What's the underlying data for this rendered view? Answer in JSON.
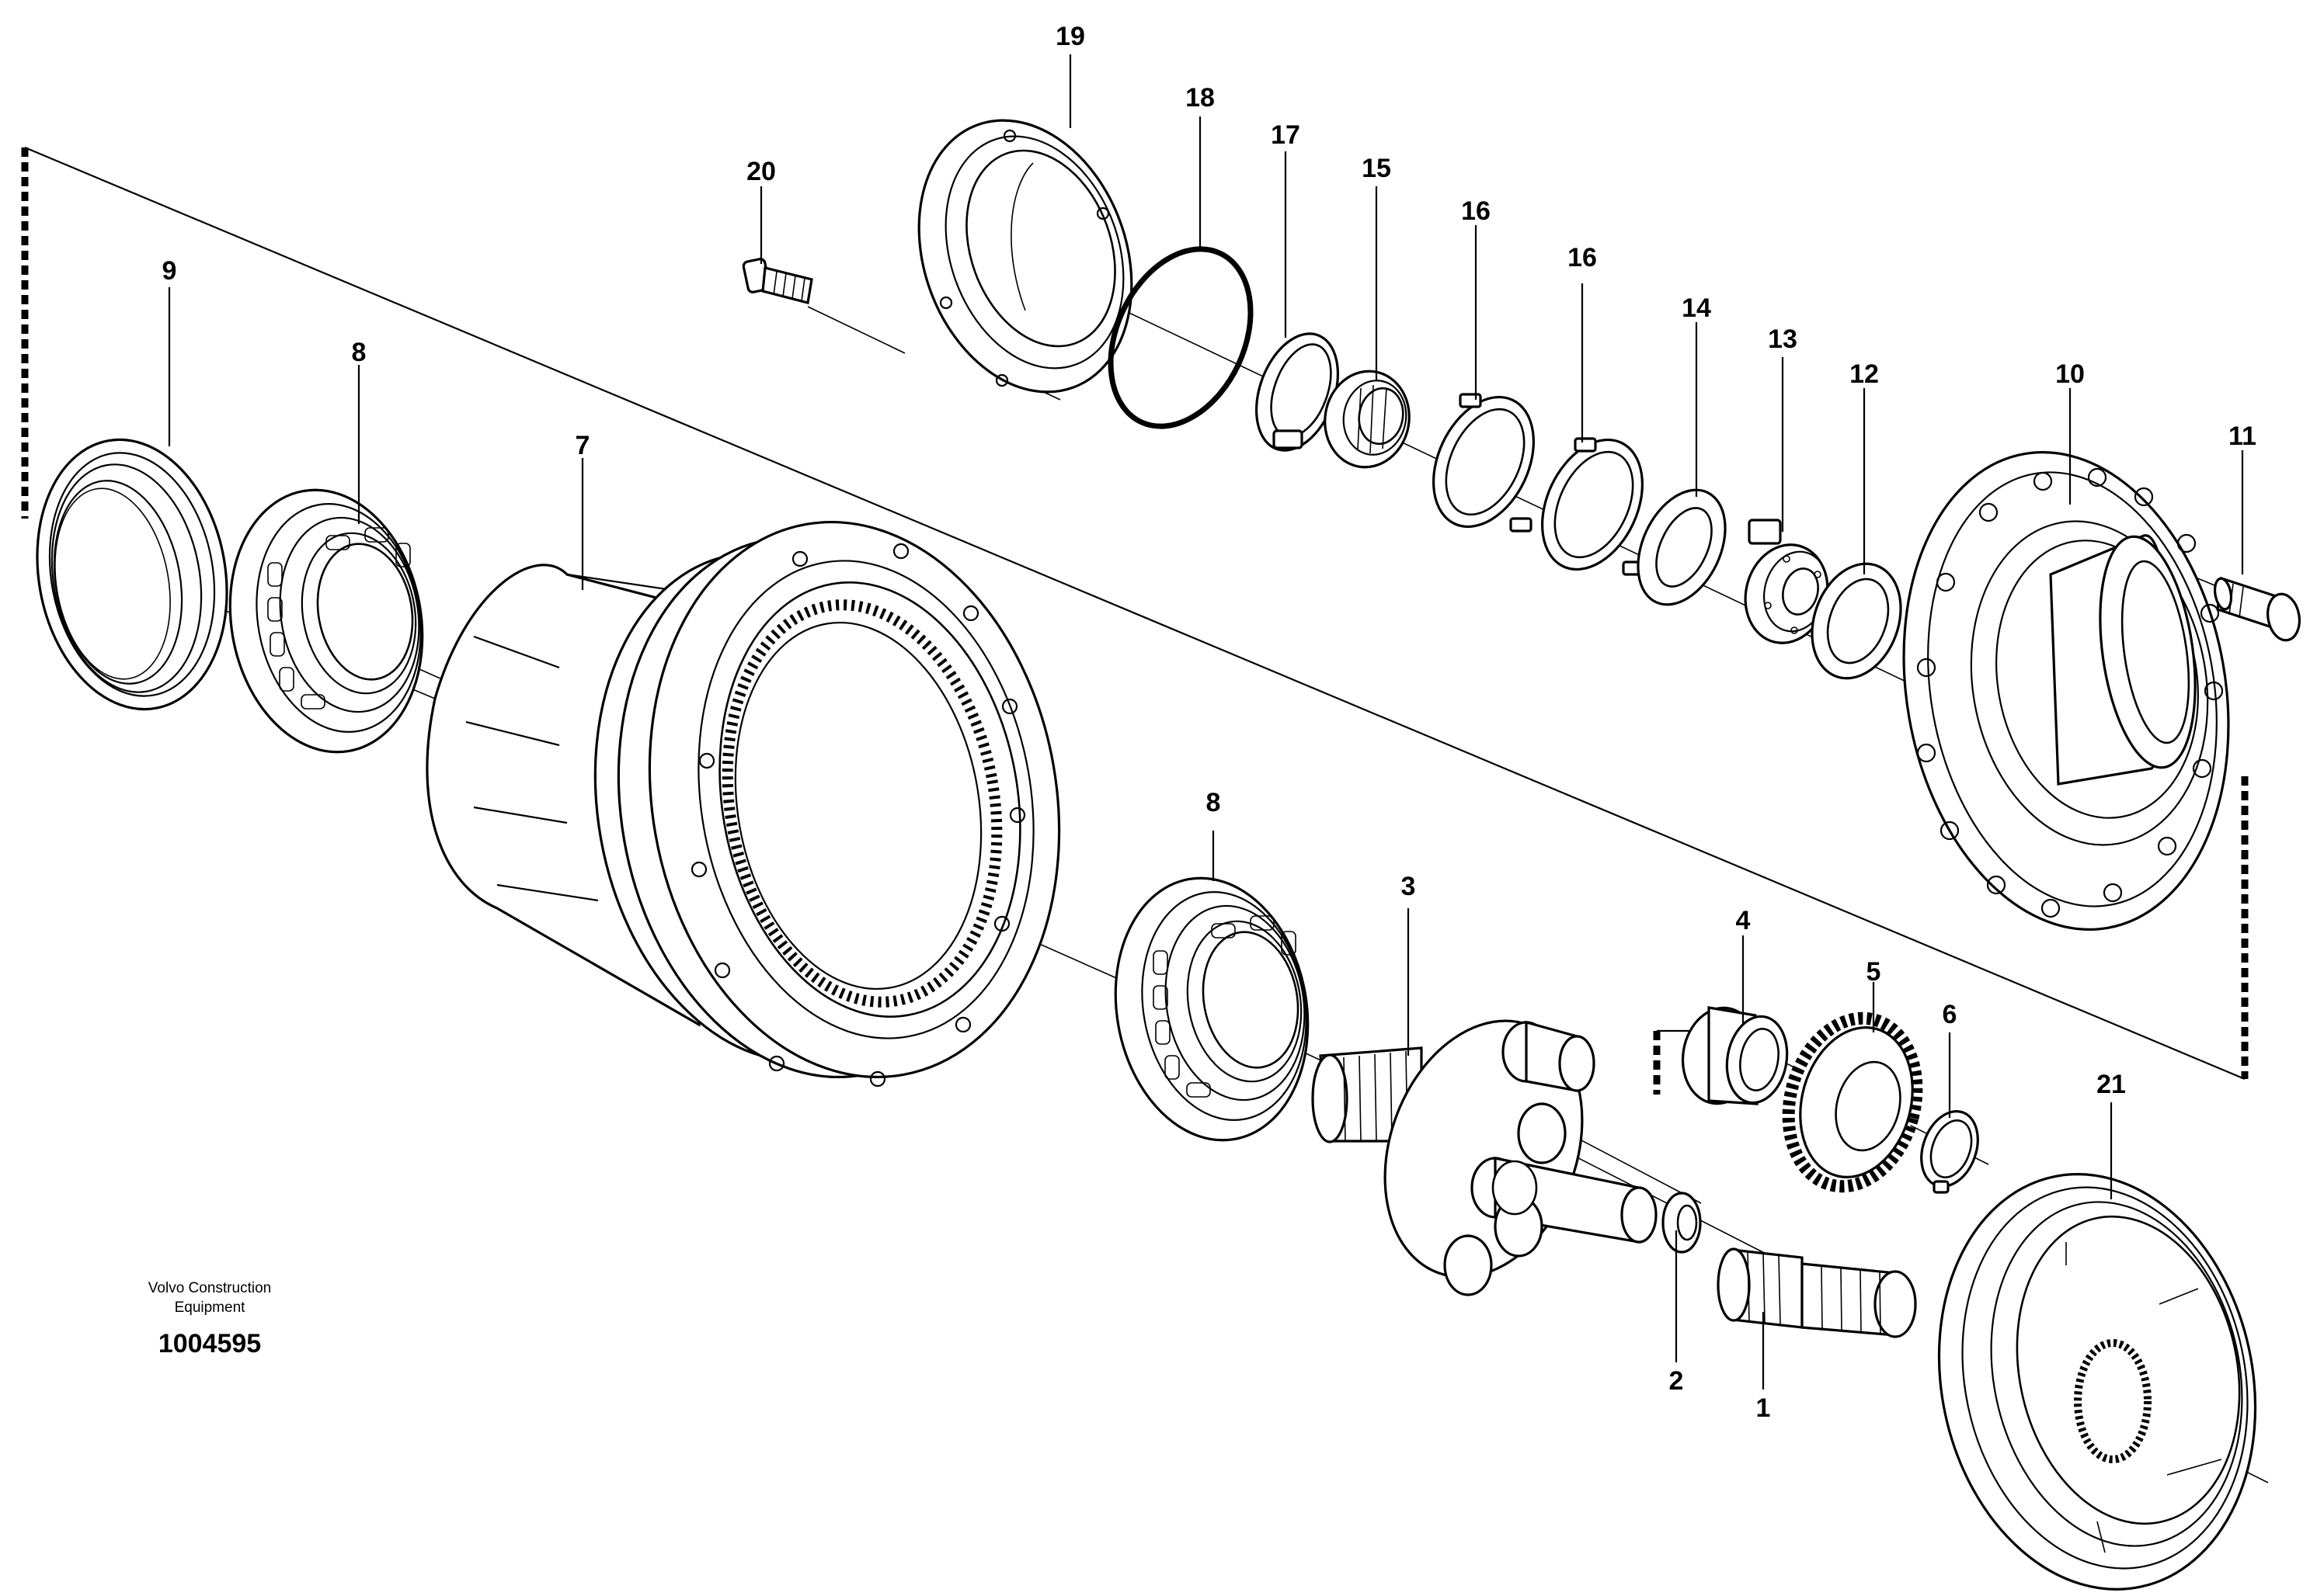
{
  "labels": {
    "p1": "1",
    "p2": "2",
    "p3": "3",
    "p4": "4",
    "p5": "5",
    "p6": "6",
    "p7": "7",
    "p8a": "8",
    "p8b": "8",
    "p9": "9",
    "p10": "10",
    "p11": "11",
    "p12": "12",
    "p13": "13",
    "p14": "14",
    "p15": "15",
    "p16a": "16",
    "p16b": "16",
    "p17": "17",
    "p18": "18",
    "p19": "19",
    "p20": "20",
    "p21": "21"
  },
  "brand": {
    "line1": "Volvo Construction",
    "line2": "Equipment"
  },
  "doc_number": "1004595"
}
